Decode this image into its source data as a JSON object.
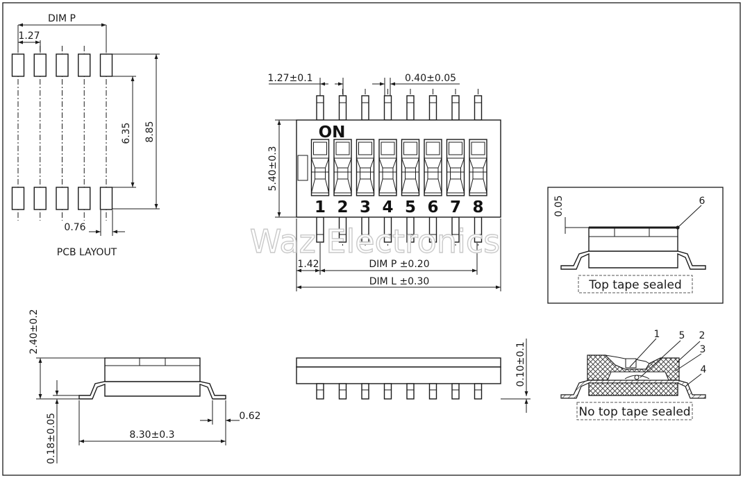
{
  "pcb_layout": {
    "caption": "PCB LAYOUT",
    "dim_p": "DIM P",
    "pitch": "1.27",
    "row_inner": "6.35",
    "row_outer": "8.85",
    "pad_width": "0.76"
  },
  "top_view": {
    "on_label": "ON",
    "switch_numbers": [
      "1",
      "2",
      "3",
      "4",
      "5",
      "6",
      "7",
      "8"
    ],
    "pitch": "1.27±0.1",
    "pin_width": "0.40±0.05",
    "body_height": "5.40±0.3",
    "edge_offset": "1.42",
    "dim_p": "DIM P  ±0.20",
    "dim_l": "DIM L  ±0.30"
  },
  "watermark": "Waz Electronics",
  "tape_sealed": {
    "caption": "Top tape sealed",
    "tape_thickness": "0.05",
    "callout": "6"
  },
  "side_view": {
    "height": "2.40±0.2",
    "standoff": "0.18±0.05",
    "span": "8.30±0.3",
    "foot": "0.62"
  },
  "front_view": {
    "flatness": "0.10±0.1"
  },
  "no_tape": {
    "caption": "No top tape sealed",
    "callouts": [
      "1",
      "5",
      "2",
      "3",
      "4"
    ]
  }
}
